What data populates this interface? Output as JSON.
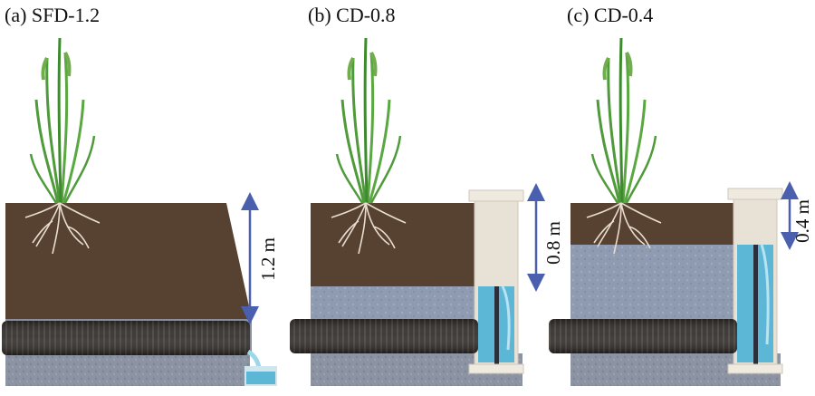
{
  "panels": [
    {
      "id": "a",
      "title": "(a) SFD-1.2",
      "depth_label": "1.2 m"
    },
    {
      "id": "b",
      "title": "(b) CD-0.8",
      "depth_label": "0.8 m"
    },
    {
      "id": "c",
      "title": "(c) CD-0.4",
      "depth_label": "0.4 m"
    }
  ],
  "colors": {
    "soil": "#574231",
    "saturated_soil": "#8e9ab0",
    "gravel": "#8a90a0",
    "pipe": "#2f2b28",
    "plant": "#4f9a3a",
    "roots": "#e8dccf",
    "water": "#5cb6d6",
    "control_box": "#e8e2d6",
    "arrow": "#4a5fae"
  }
}
